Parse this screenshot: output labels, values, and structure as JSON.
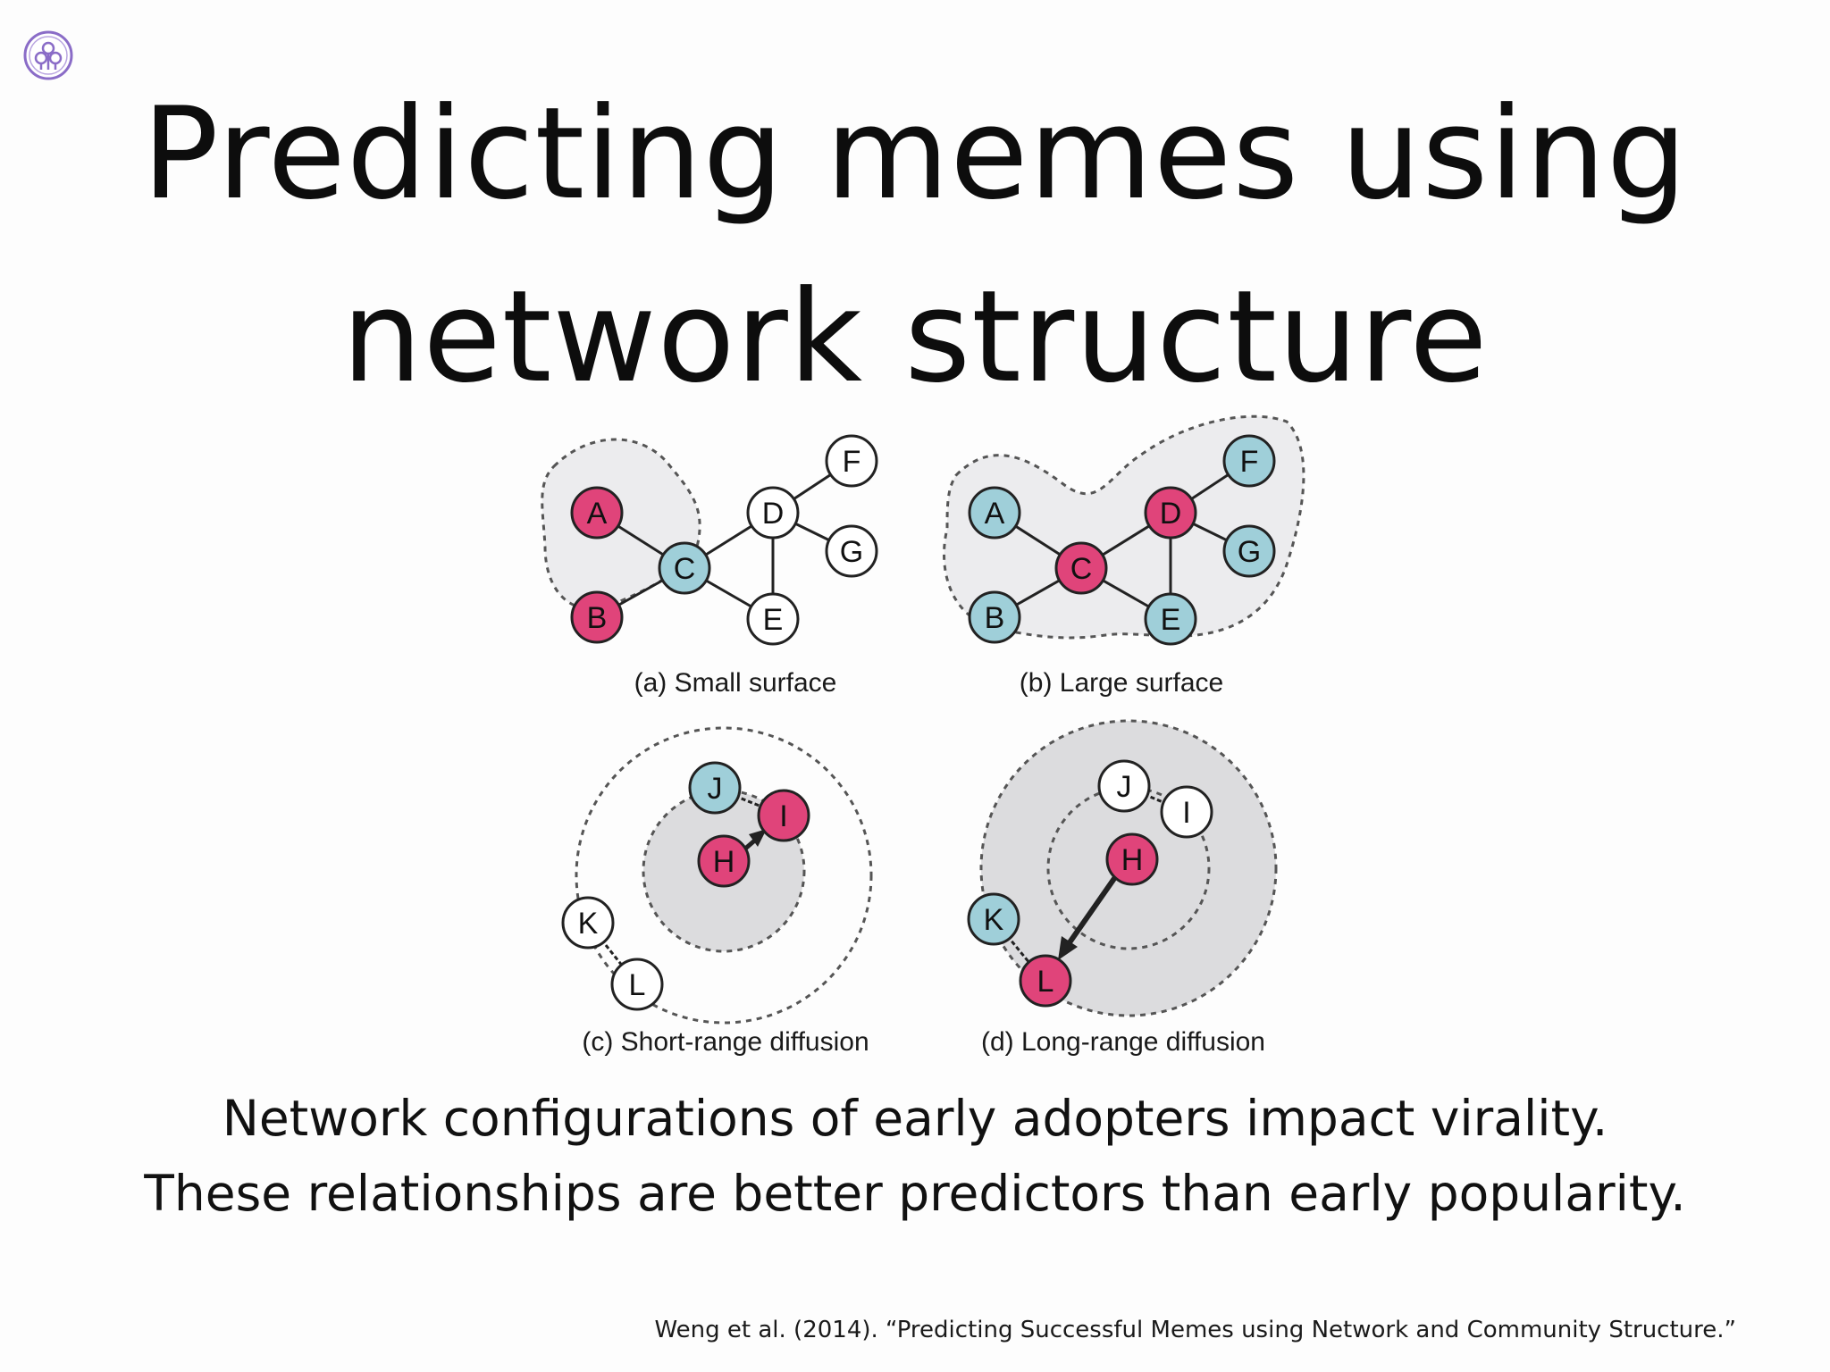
{
  "title": {
    "line1": "Predicting memes using",
    "line2": "network structure"
  },
  "logo": {
    "icon": "university-seal-icon",
    "color": "#8a6cc7"
  },
  "figure": {
    "colors": {
      "adopter": "#e0447a",
      "neighbor": "#9fcfd9",
      "other": "#ffffff",
      "region": "#ececee",
      "stroke": "#222222",
      "dash": "#555555"
    },
    "panels": [
      {
        "label": "(a) Small surface",
        "nodes": [
          {
            "id": "A",
            "state": "adopter"
          },
          {
            "id": "B",
            "state": "adopter"
          },
          {
            "id": "C",
            "state": "neighbor"
          },
          {
            "id": "D",
            "state": "other"
          },
          {
            "id": "E",
            "state": "other"
          },
          {
            "id": "F",
            "state": "other"
          },
          {
            "id": "G",
            "state": "other"
          }
        ],
        "edges": [
          [
            "A",
            "C"
          ],
          [
            "B",
            "C"
          ],
          [
            "C",
            "D"
          ],
          [
            "C",
            "E"
          ],
          [
            "D",
            "E"
          ],
          [
            "D",
            "F"
          ],
          [
            "D",
            "G"
          ]
        ]
      },
      {
        "label": "(b) Large surface",
        "nodes": [
          {
            "id": "A",
            "state": "neighbor"
          },
          {
            "id": "B",
            "state": "neighbor"
          },
          {
            "id": "C",
            "state": "adopter"
          },
          {
            "id": "D",
            "state": "adopter"
          },
          {
            "id": "E",
            "state": "neighbor"
          },
          {
            "id": "F",
            "state": "neighbor"
          },
          {
            "id": "G",
            "state": "neighbor"
          }
        ],
        "edges": [
          [
            "A",
            "C"
          ],
          [
            "B",
            "C"
          ],
          [
            "C",
            "D"
          ],
          [
            "C",
            "E"
          ],
          [
            "D",
            "E"
          ],
          [
            "D",
            "F"
          ],
          [
            "D",
            "G"
          ]
        ]
      },
      {
        "label": "(c) Short-range diffusion",
        "nodes": [
          {
            "id": "J",
            "state": "neighbor"
          },
          {
            "id": "I",
            "state": "adopter"
          },
          {
            "id": "H",
            "state": "adopter"
          },
          {
            "id": "K",
            "state": "other"
          },
          {
            "id": "L",
            "state": "other"
          }
        ],
        "edges": [
          [
            "J",
            "I"
          ],
          [
            "K",
            "L"
          ]
        ],
        "arrow": [
          "H",
          "I"
        ]
      },
      {
        "label": "(d) Long-range diffusion",
        "nodes": [
          {
            "id": "J",
            "state": "other"
          },
          {
            "id": "I",
            "state": "other"
          },
          {
            "id": "H",
            "state": "adopter"
          },
          {
            "id": "K",
            "state": "neighbor"
          },
          {
            "id": "L",
            "state": "adopter"
          }
        ],
        "edges": [
          [
            "J",
            "I"
          ],
          [
            "K",
            "L"
          ]
        ],
        "arrow": [
          "H",
          "L"
        ]
      }
    ]
  },
  "caption": {
    "line1": "Network configurations of early adopters impact virality.",
    "line2": "These relationships are better predictors than early popularity."
  },
  "citation": "Weng et al. (2014). “Predicting Successful Memes using Network and Community Structure.”"
}
